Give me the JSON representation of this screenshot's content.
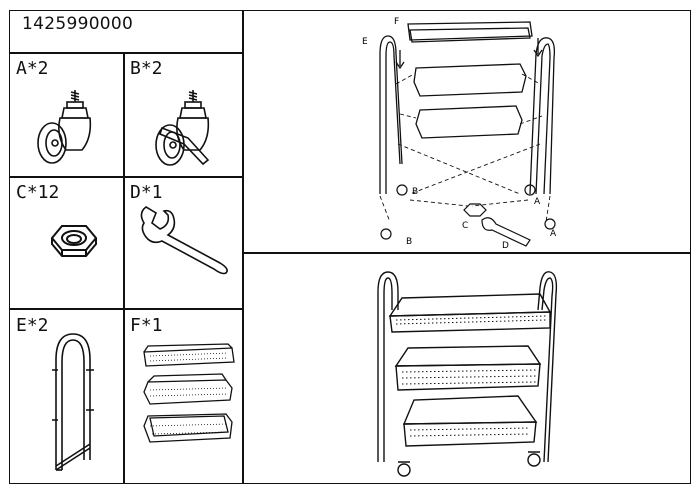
{
  "part_number": "1425990000",
  "parts": [
    {
      "id": "A",
      "label": "A*2"
    },
    {
      "id": "B",
      "label": "B*2"
    },
    {
      "id": "C",
      "label": "C*12"
    },
    {
      "id": "D",
      "label": "D*1"
    },
    {
      "id": "E",
      "label": "E*2"
    },
    {
      "id": "F",
      "label": "F*1"
    }
  ],
  "diagram_labels": {
    "F": "F",
    "E": "E",
    "B1": "B",
    "B2": "B",
    "A1": "A",
    "A2": "A",
    "C": "C",
    "D": "D"
  }
}
